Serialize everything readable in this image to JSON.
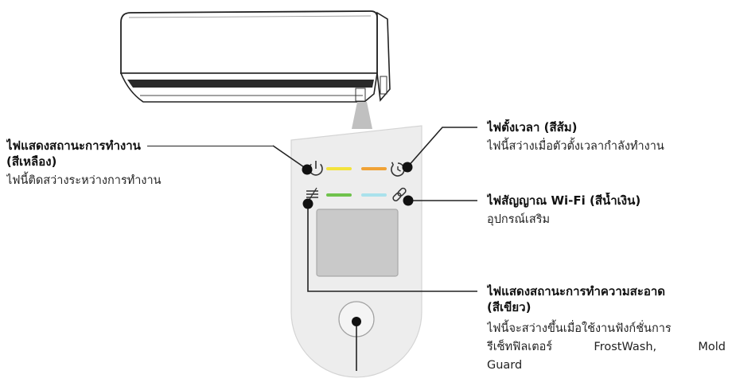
{
  "labels": {
    "power": {
      "title": "ไฟแสดงสถานะการทำงาน",
      "color_note": "(สีเหลือง)",
      "desc": "ไฟนี้ติดสว่างระหว่างการทำงาน"
    },
    "timer": {
      "title": "ไฟตั้งเวลา (สีส้ม)",
      "desc": "ไฟนี้สว่างเมื่อตัวตั้งเวลากำลังทำงาน"
    },
    "wifi": {
      "title": "ไฟสัญญาณ Wi-Fi (สีน้ำเงิน)",
      "desc": "อุปกรณ์เสริม"
    },
    "cleaning": {
      "title": "ไฟแสดงสถานะการทำความสะอาด",
      "color_note": "(สีเขียว)",
      "desc_lines": [
        "ไฟนี้จะสว่างขึ้นเมื่อใช้งานฟังก์ชั่นการ",
        "รีเซ็ทฟิลเตอร์ FrostWash, Mold",
        "Guard"
      ]
    }
  },
  "indicator_colors": {
    "power": "#f3e33c",
    "timer": "#f0a236",
    "cleaning": "#6fc24c",
    "wifi": "#a9e2ec"
  },
  "icons": {
    "power": "power-icon",
    "timer": "timer-icon",
    "cleaning": "filter-icon",
    "wifi": "wifi-link-icon"
  }
}
